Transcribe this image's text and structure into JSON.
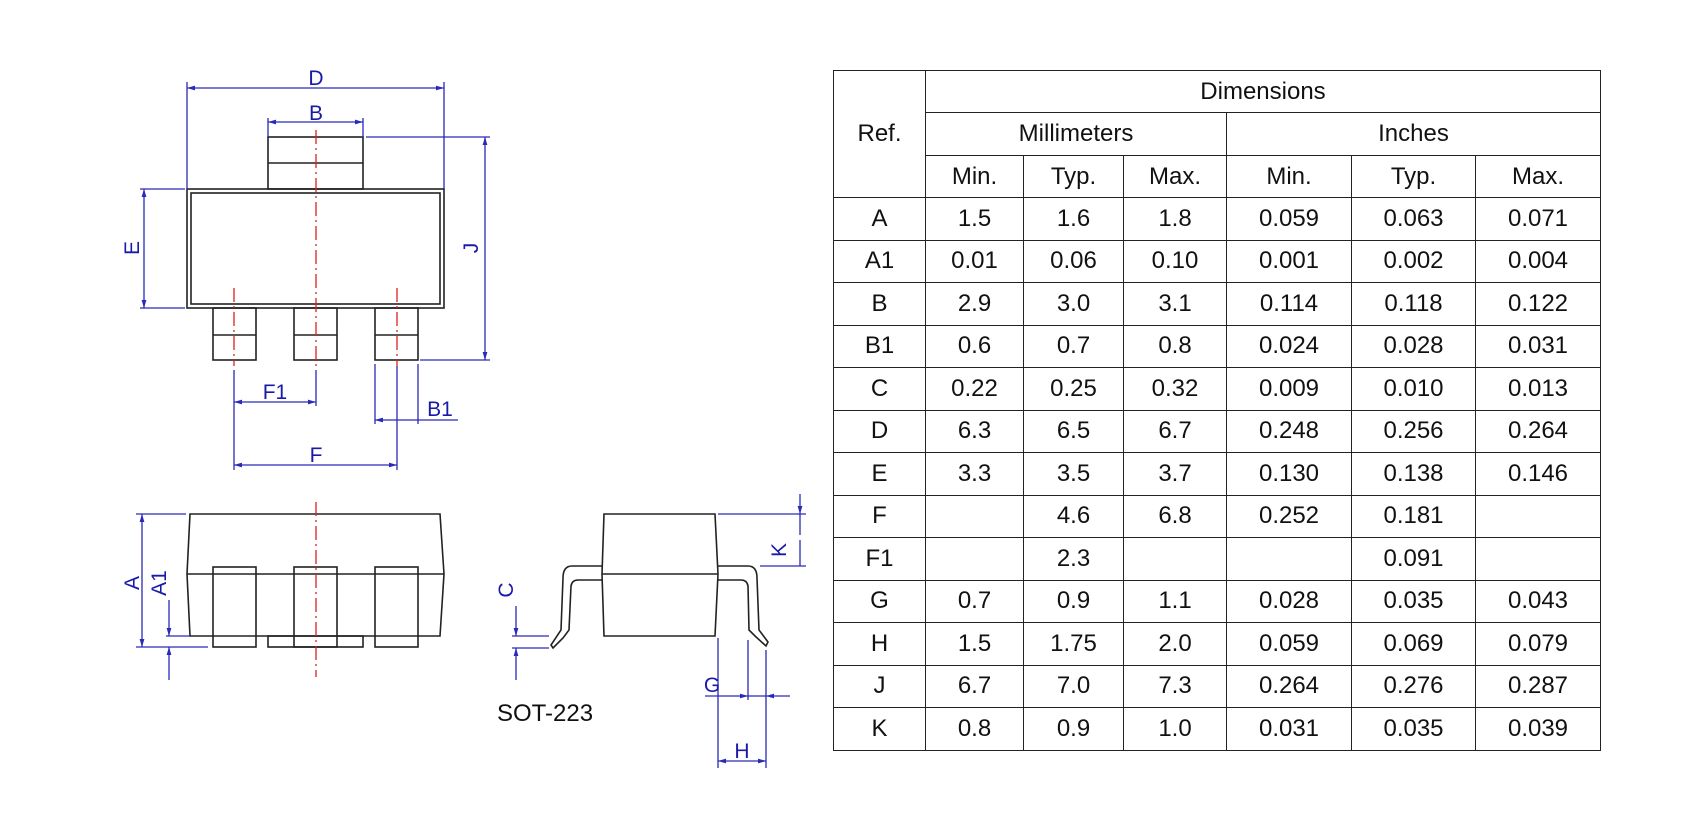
{
  "package": "SOT-223",
  "diagram_labels": {
    "D": "D",
    "B": "B",
    "E": "E",
    "J": "J",
    "F1": "F1",
    "B1": "B1",
    "F": "F",
    "A": "A",
    "A1": "A1",
    "C": "C",
    "K": "K",
    "G": "G",
    "H": "H"
  },
  "table": {
    "ref_header": "Ref.",
    "group_header": "Dimensions",
    "unit_headers": [
      "Millimeters",
      "Inches"
    ],
    "sub_headers": [
      "Min.",
      "Typ.",
      "Max.",
      "Min.",
      "Typ.",
      "Max."
    ],
    "rows": [
      [
        "A",
        "1.5",
        "1.6",
        "1.8",
        "0.059",
        "0.063",
        "0.071"
      ],
      [
        "A1",
        "0.01",
        "0.06",
        "0.10",
        "0.001",
        "0.002",
        "0.004"
      ],
      [
        "B",
        "2.9",
        "3.0",
        "3.1",
        "0.114",
        "0.118",
        "0.122"
      ],
      [
        "B1",
        "0.6",
        "0.7",
        "0.8",
        "0.024",
        "0.028",
        "0.031"
      ],
      [
        "C",
        "0.22",
        "0.25",
        "0.32",
        "0.009",
        "0.010",
        "0.013"
      ],
      [
        "D",
        "6.3",
        "6.5",
        "6.7",
        "0.248",
        "0.256",
        "0.264"
      ],
      [
        "E",
        "3.3",
        "3.5",
        "3.7",
        "0.130",
        "0.138",
        "0.146"
      ],
      [
        "F",
        "",
        "4.6",
        "6.8",
        "0.252",
        "0.181",
        ""
      ],
      [
        "F1",
        "",
        "2.3",
        "",
        "",
        "0.091",
        ""
      ],
      [
        "G",
        "0.7",
        "0.9",
        "1.1",
        "0.028",
        "0.035",
        "0.043"
      ],
      [
        "H",
        "1.5",
        "1.75",
        "2.0",
        "0.059",
        "0.069",
        "0.079"
      ],
      [
        "J",
        "6.7",
        "7.0",
        "7.3",
        "0.264",
        "0.276",
        "0.287"
      ],
      [
        "K",
        "0.8",
        "0.9",
        "1.0",
        "0.031",
        "0.035",
        "0.039"
      ]
    ]
  }
}
